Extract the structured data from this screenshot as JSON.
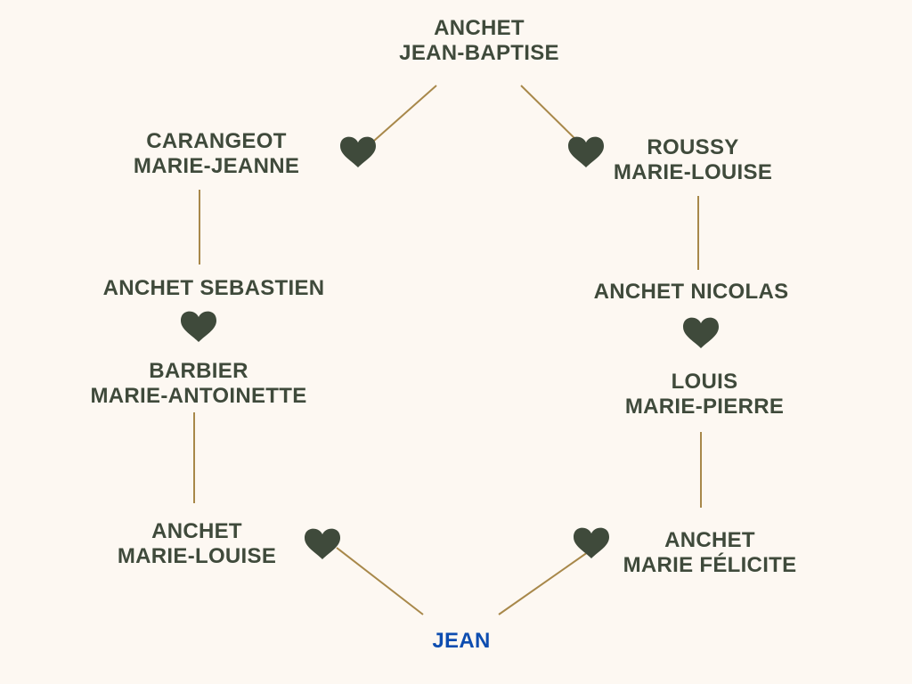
{
  "colors": {
    "text": "#3f4a3b",
    "line": "#a8884a",
    "focus": "#0d4db0",
    "background": "#fdf8f2"
  },
  "people": {
    "jean_baptise": [
      "ANCHET",
      "JEAN-BAPTISE"
    ],
    "carangeot": [
      "CARANGEOT",
      "MARIE-JEANNE"
    ],
    "roussy": [
      "ROUSSY",
      "MARIE-LOUISE"
    ],
    "sebastien": [
      "ANCHET SEBASTIEN"
    ],
    "barbier": [
      "BARBIER",
      "MARIE-ANTOINETTE"
    ],
    "nicolas": [
      "ANCHET NICOLAS"
    ],
    "louis": [
      "LOUIS",
      "MARIE-PIERRE"
    ],
    "marie_louise": [
      "ANCHET",
      "MARIE-LOUISE"
    ],
    "marie_felicite": [
      "ANCHET",
      "MARIE FÉLICITE"
    ],
    "jean": [
      "JEAN"
    ]
  },
  "icons": {
    "marriage": "heart-icon"
  }
}
